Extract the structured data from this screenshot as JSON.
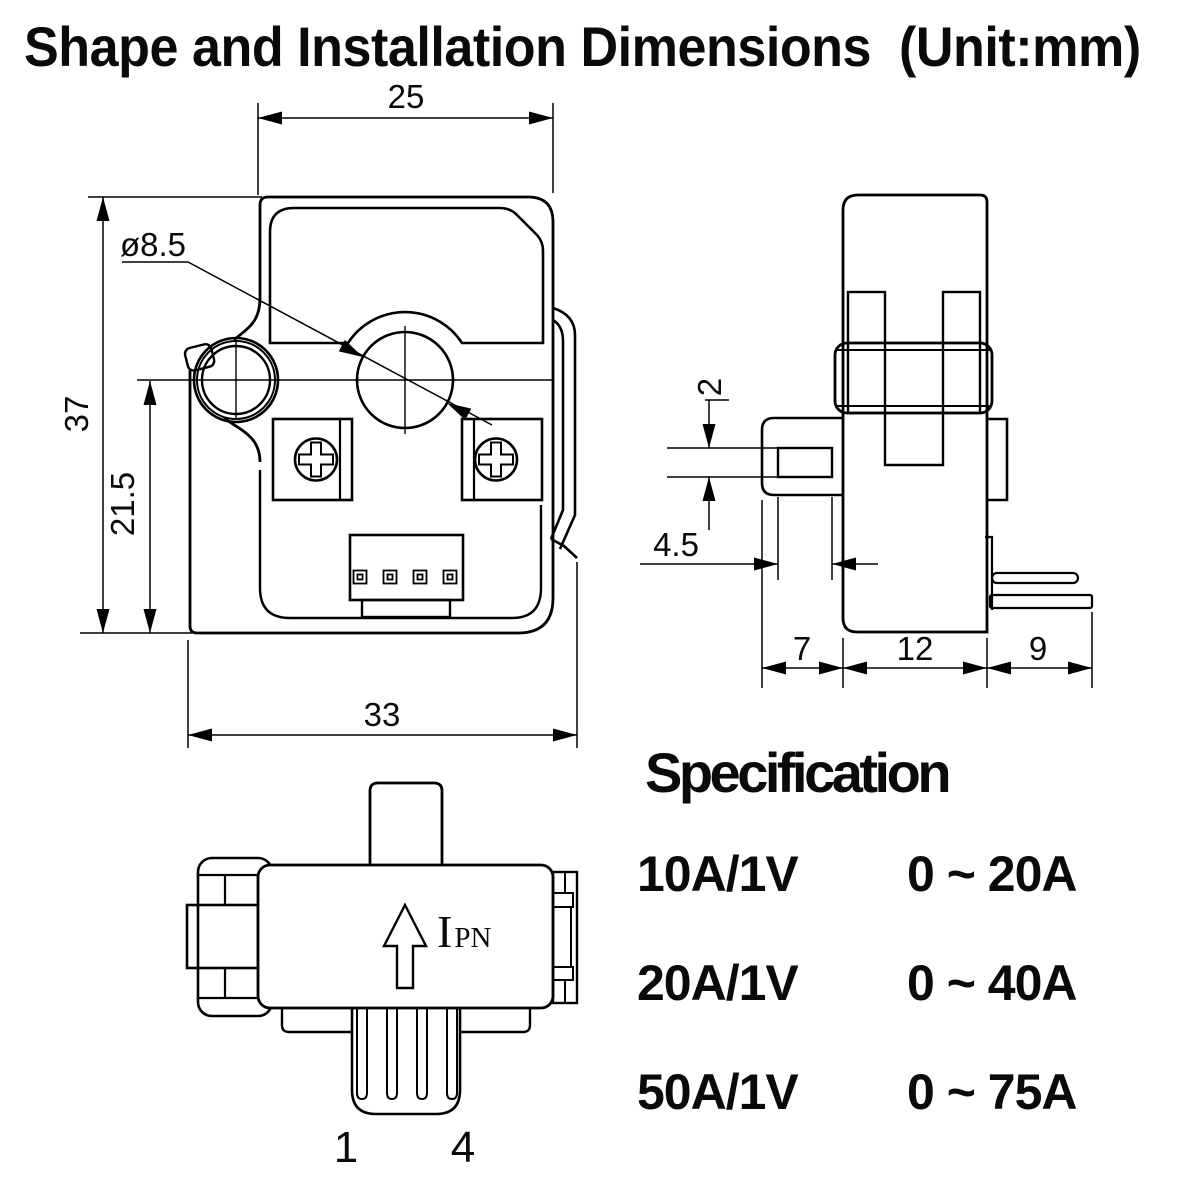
{
  "title": "Shape and Installation Dimensions  (Unit:mm)",
  "front_view": {
    "dim_width_top": "25",
    "dim_height": "37",
    "dim_height_inner": "21.5",
    "dim_width_bottom": "33",
    "dim_hole_diameter": "ø8.5"
  },
  "side_view": {
    "dim_slot_height": "2",
    "dim_slot_width": "4.5",
    "dim_block_width": "7",
    "dim_body_width": "12",
    "dim_pin_length": "9"
  },
  "bottom_view": {
    "current_label_main": "I",
    "current_label_sub": "PN",
    "pin_first_label": "1",
    "pin_last_label": "4"
  },
  "specification": {
    "heading": "Specification",
    "rows": [
      {
        "ratio": "10A/1V",
        "range": "0 ~ 20A"
      },
      {
        "ratio": "20A/1V",
        "range": "0 ~ 40A"
      },
      {
        "ratio": "50A/1V",
        "range": "0 ~ 75A"
      }
    ]
  },
  "colors": {
    "line": "#000000",
    "background": "#ffffff"
  }
}
